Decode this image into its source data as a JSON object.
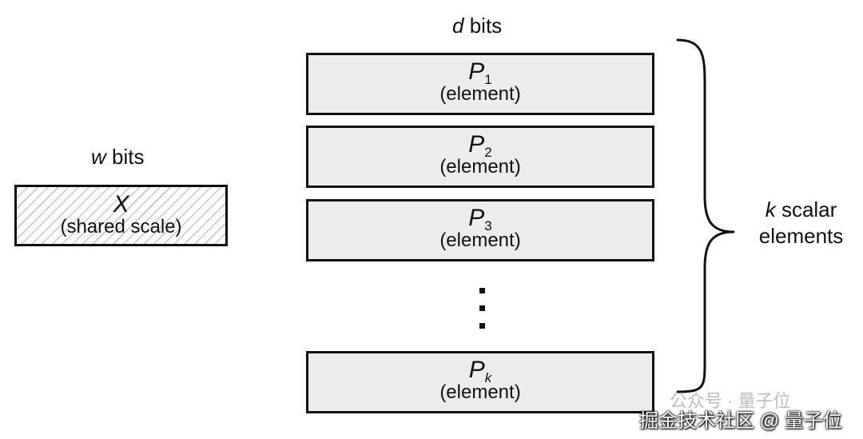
{
  "shared_scale": {
    "width_var": "w",
    "width_unit": "bits",
    "symbol": "X",
    "description": "(shared scale)"
  },
  "elements": {
    "width_var": "d",
    "width_unit": "bits",
    "items": [
      {
        "symbol": "P",
        "subscript": "1",
        "description": "(element)"
      },
      {
        "symbol": "P",
        "subscript": "2",
        "description": "(element)"
      },
      {
        "symbol": "P",
        "subscript": "3",
        "description": "(element)"
      },
      {
        "symbol": "P",
        "subscript": "k",
        "description": "(element)"
      }
    ],
    "ellipsis": "⋮"
  },
  "brace_label": {
    "var": "k",
    "text_line1": "scalar",
    "text_line2": "elements"
  },
  "watermark": {
    "faint_text": "公众号 · 量子位",
    "text": "掘金技术社区 @ 量子位"
  }
}
